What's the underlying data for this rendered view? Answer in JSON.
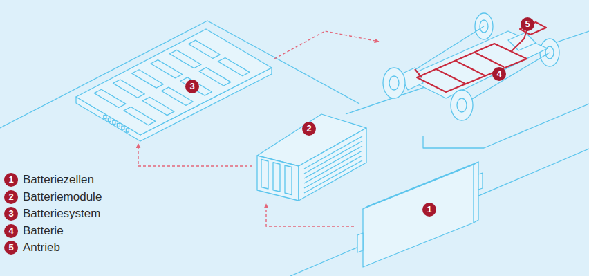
{
  "diagram": {
    "nodes": [
      {
        "text": [
          "1"
        ]
      },
      {
        "text": [
          "2"
        ]
      },
      {
        "text": [
          "3"
        ]
      },
      {
        "text": [
          "4",
          "5"
        ]
      }
    ],
    "edges": [
      {
        "from": 0,
        "to": 1,
        "arrow": "to"
      },
      {
        "from": 1,
        "to": 2,
        "arrow": "to"
      },
      {
        "from": 2,
        "to": 3,
        "arrow": "to"
      }
    ],
    "labels": [
      "1",
      "2",
      "3",
      "4",
      "5"
    ],
    "legend": [
      {
        "text": "Batteriezellen",
        "color": "#a6192e"
      },
      {
        "text": "Batteriemodule",
        "color": "#a6192e"
      },
      {
        "text": "Batteriesystem",
        "color": "#a6192e"
      },
      {
        "text": "Batterie",
        "color": "#a6192e"
      },
      {
        "text": "Antrieb",
        "color": "#a6192e"
      }
    ]
  }
}
